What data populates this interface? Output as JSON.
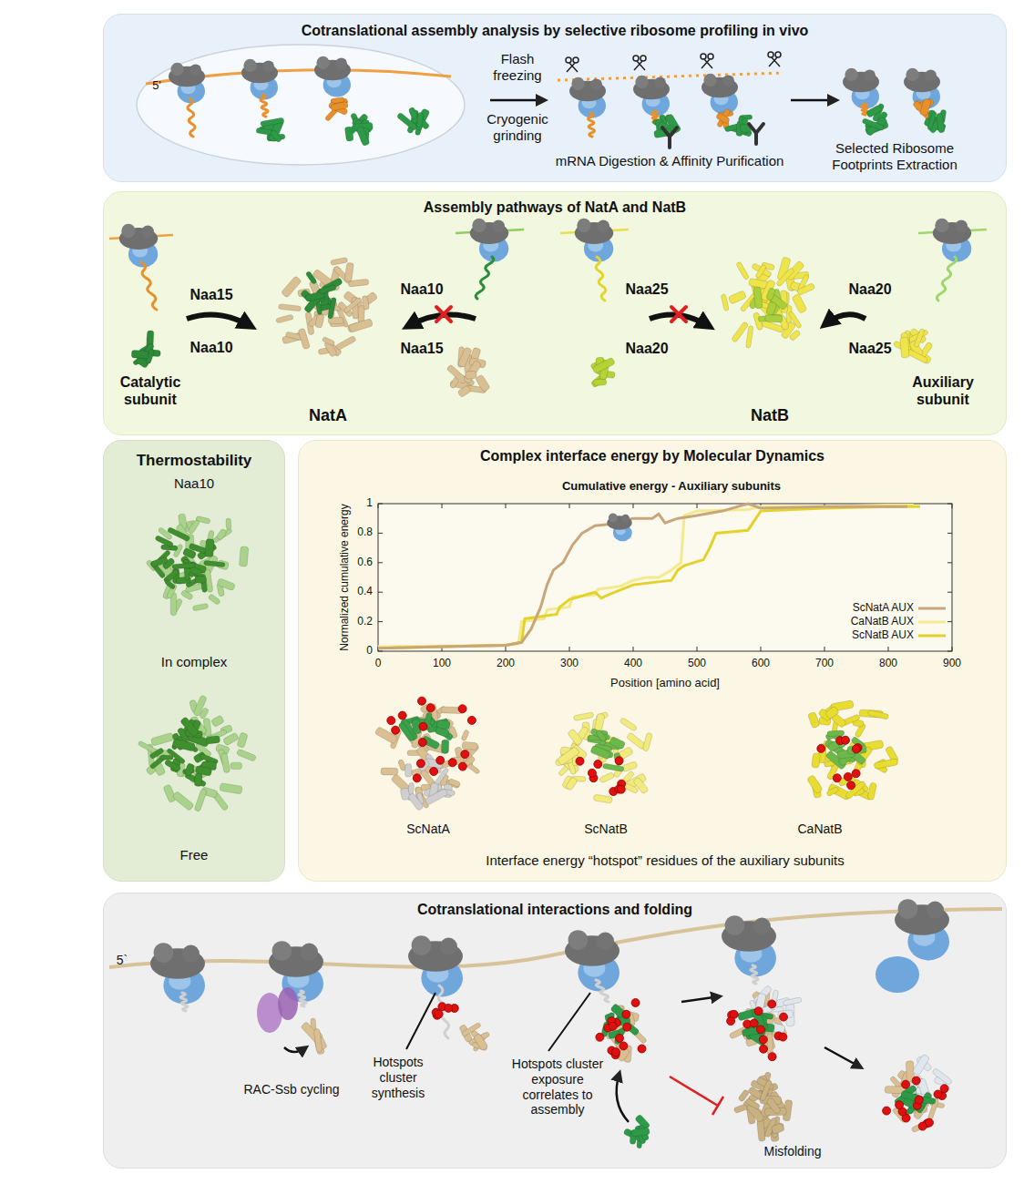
{
  "diagram": {
    "nodes": [
      {
        "text": [
          "Cotranslational assembly analysis by selective ribosome profiling in vivo"
        ]
      },
      {
        "text": [
          "Assembly pathways of NatA and NatB"
        ]
      },
      {
        "text": [
          "Thermostability"
        ]
      },
      {
        "text": [
          "Complex interface energy by Molecular Dynamics"
        ]
      },
      {
        "text": [
          "Cotranslational interactions and folding"
        ]
      }
    ],
    "labels": [
      "5'",
      "Flash freezing",
      "Cryogenic grinding",
      "mRNA Digestion & Affinity Purification",
      "Selected Ribosome Footprints Extraction",
      "Naa15",
      "Naa10",
      "Catalytic subunit",
      "NatA",
      "Naa10",
      "Naa15",
      "Naa25",
      "Naa20",
      "NatB",
      "Naa20",
      "Naa25",
      "Auxiliary subunit",
      "Naa10",
      "In complex",
      "Free",
      "Cumulative energy - Auxiliary subunits",
      "Normalized cumulative energy",
      "Position [amino acid]",
      "0",
      "0.2",
      "0.4",
      "0.6",
      "0.8",
      "1",
      "0",
      "100",
      "200",
      "300",
      "400",
      "500",
      "600",
      "700",
      "800",
      "900",
      "ScNatA",
      "ScNatB",
      "CaNatB",
      "Interface energy “hotspot” residues of the auxiliary subunits",
      "5`",
      "RAC-Ssb cycling",
      "Hotspots cluster synthesis",
      "Hotspots cluster exposure correlates to assembly",
      "Misfolding"
    ],
    "legend": [
      {
        "text": "ScNatA AUX"
      },
      {
        "text": "CaNatB AUX"
      },
      {
        "text": "ScNatB AUX"
      }
    ]
  }
}
